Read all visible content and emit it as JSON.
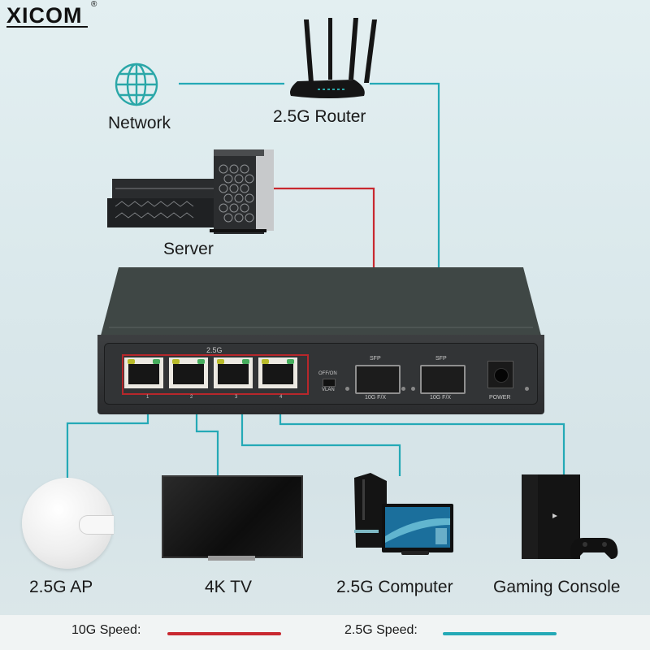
{
  "brand": {
    "name": "XICOM",
    "registered_mark": "®"
  },
  "colors": {
    "speed_10g": "#c8282f",
    "speed_2_5g": "#24a9b6",
    "switch_body": "#2f3133",
    "port_highlight": "#b7272b"
  },
  "devices": {
    "network": {
      "label": "Network",
      "icon": "globe-icon"
    },
    "router": {
      "label": "2.5G Router",
      "icon": "router-icon"
    },
    "server": {
      "label": "Server",
      "icon": "server-icon"
    },
    "ap": {
      "label": "2.5G AP",
      "icon": "access-point-icon"
    },
    "tv": {
      "label": "4K TV",
      "icon": "tv-icon"
    },
    "computer": {
      "label": "2.5G Computer",
      "icon": "desktop-computer-icon"
    },
    "console": {
      "label": "Gaming Console",
      "icon": "game-console-icon"
    }
  },
  "switch": {
    "port_group_label": "2.5G",
    "port_numbers": [
      "1",
      "2",
      "3",
      "4"
    ],
    "vlan_switch_top": "OFF/ON",
    "vlan_switch_bottom": "VLAN",
    "sfp_ports": [
      {
        "top_label": "SFP",
        "bottom_label": "10G F/X"
      },
      {
        "top_label": "SFP",
        "bottom_label": "10G F/X"
      }
    ],
    "power_label": "POWER"
  },
  "connections": [
    {
      "from": "Network",
      "to": "2.5G Router",
      "speed": "2.5G"
    },
    {
      "from": "2.5G Router",
      "to": "SFP 2",
      "speed": "2.5G"
    },
    {
      "from": "Server",
      "to": "SFP 1",
      "speed": "10G"
    },
    {
      "from": "Port 1",
      "to": "2.5G AP",
      "speed": "2.5G"
    },
    {
      "from": "Port 2",
      "to": "4K TV",
      "speed": "2.5G"
    },
    {
      "from": "Port 3",
      "to": "2.5G Computer",
      "speed": "2.5G"
    },
    {
      "from": "Port 4",
      "to": "Gaming Console",
      "speed": "2.5G"
    }
  ],
  "legend": [
    {
      "label": "10G Speed:",
      "color": "#c8282f"
    },
    {
      "label": "2.5G Speed:",
      "color": "#24a9b6"
    }
  ]
}
